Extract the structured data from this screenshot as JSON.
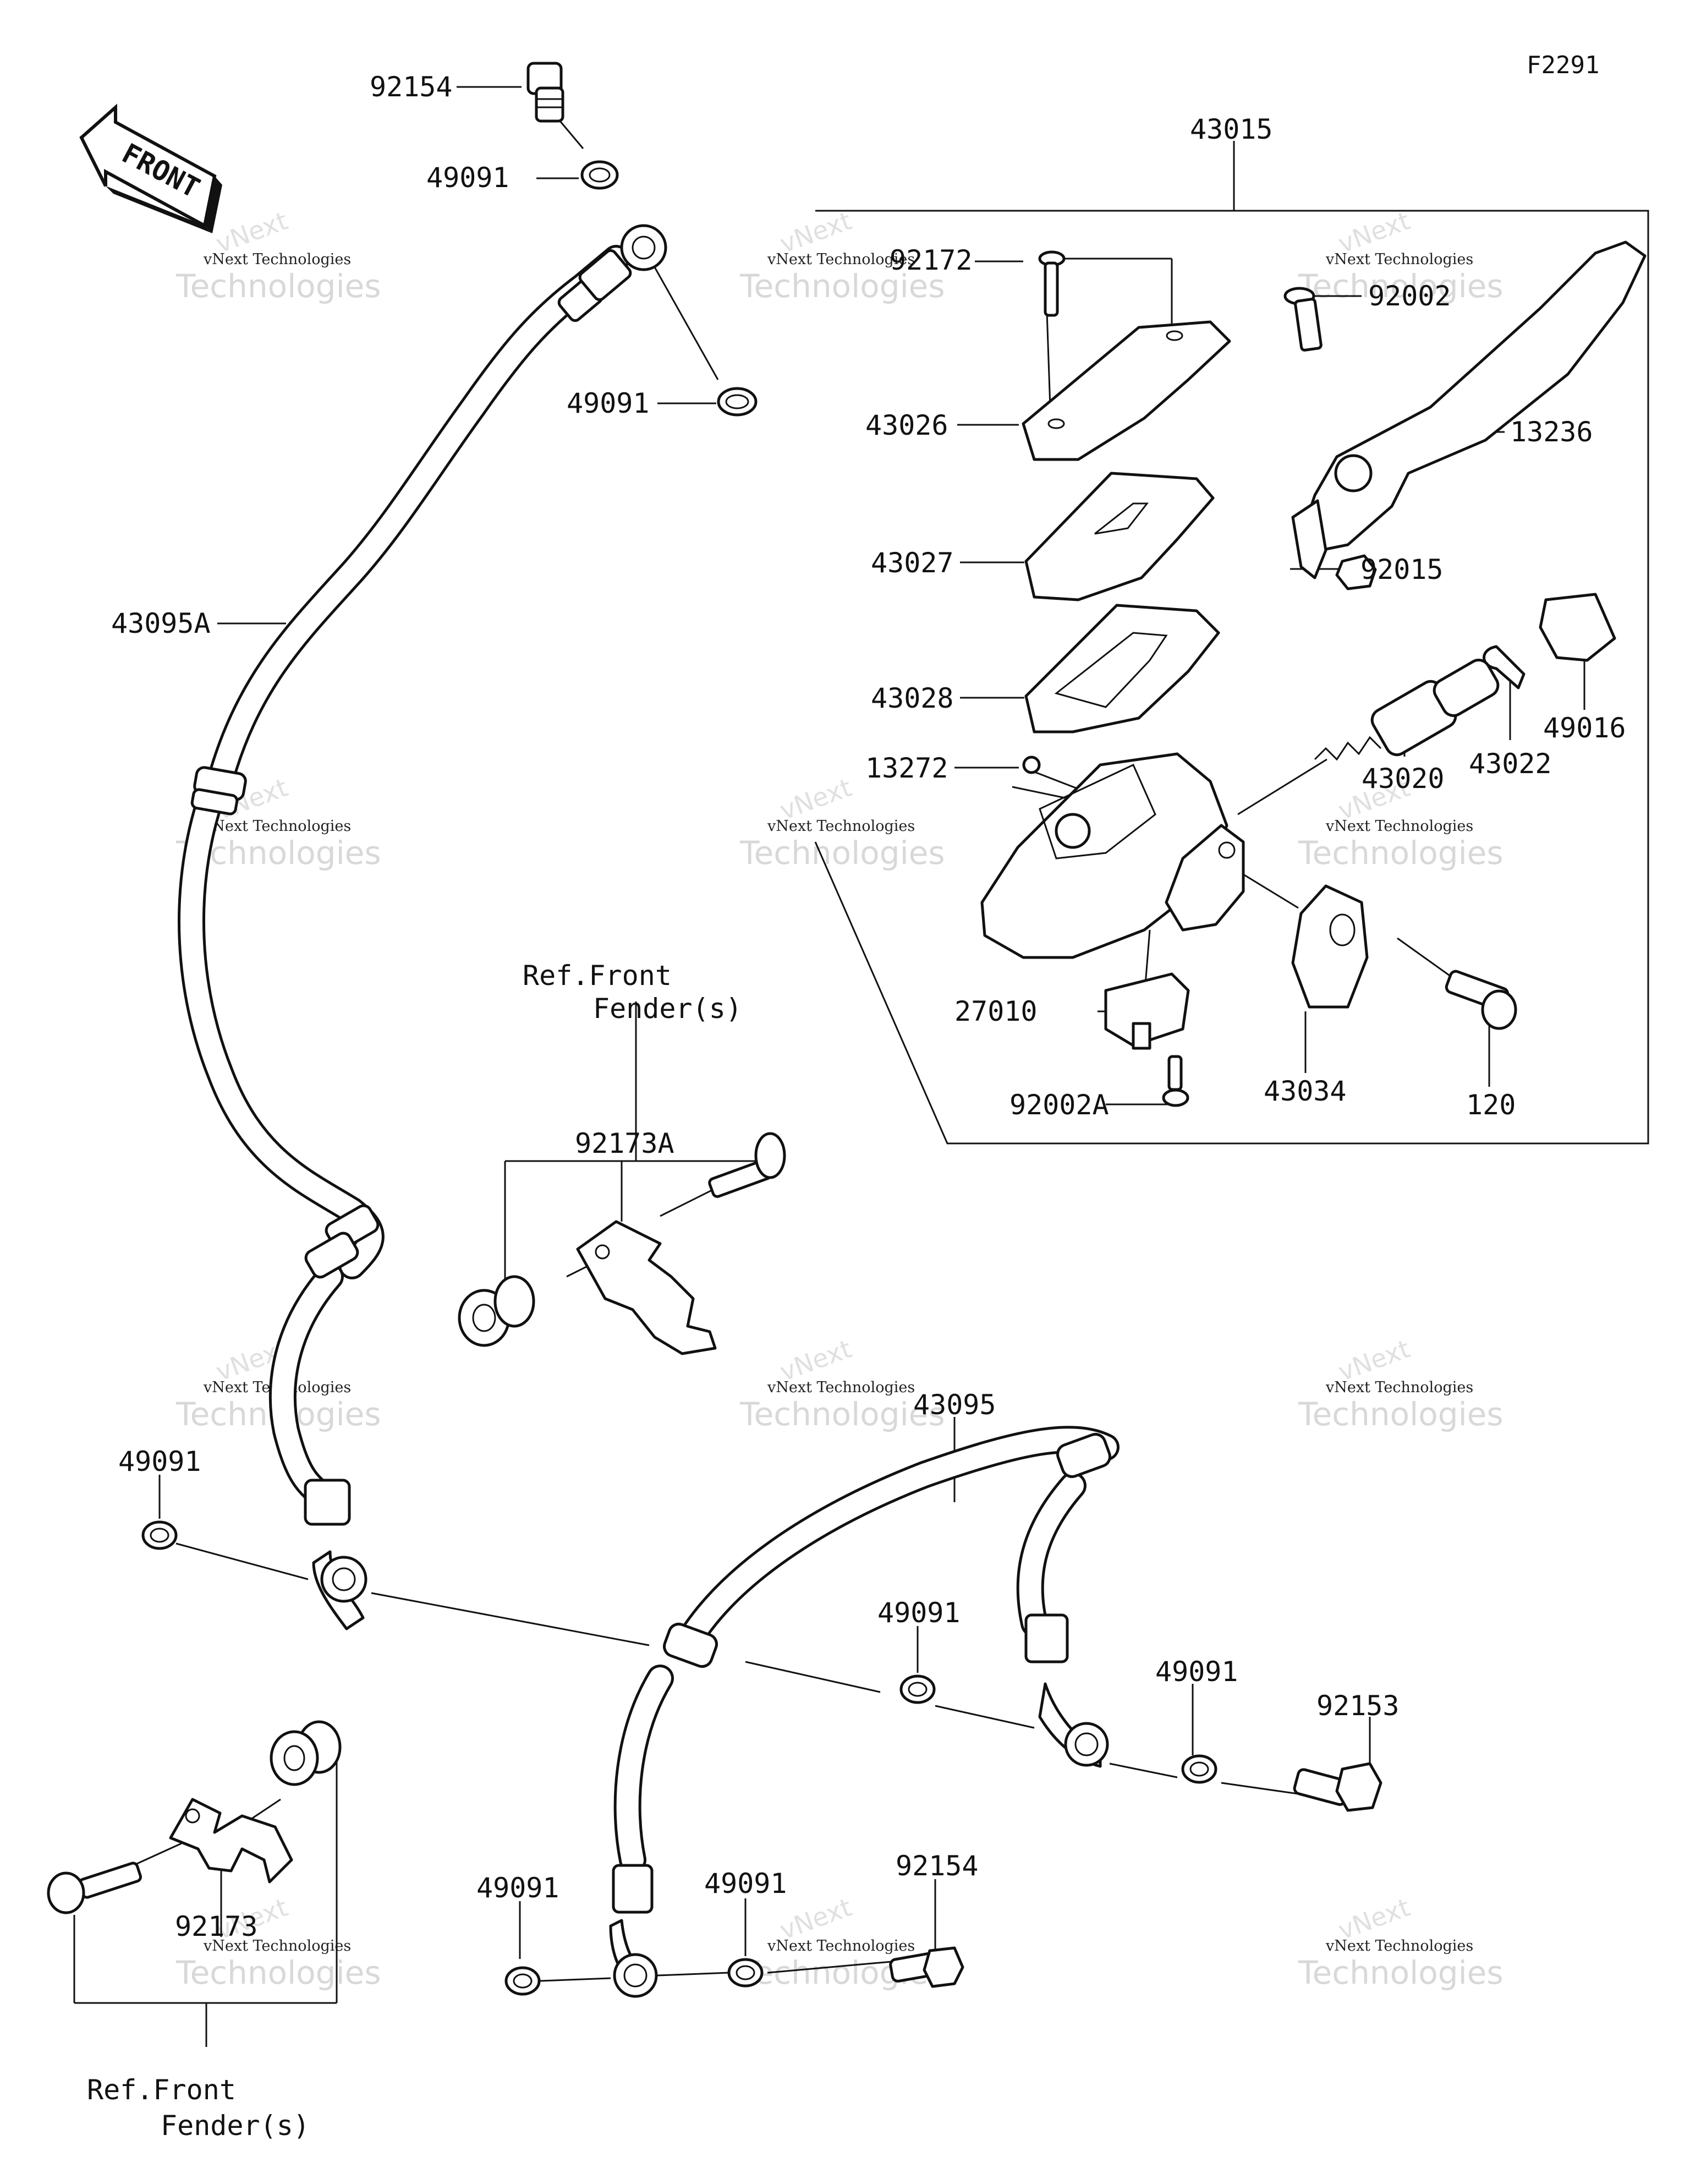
{
  "diagram_code": "F2291",
  "front_arrow_label": "FRONT",
  "watermark": {
    "brand_small": "vNext Technologies",
    "brand_large": "Technologies",
    "brand_top": "vNext"
  },
  "callouts": {
    "c92154_top": "92154",
    "c49091_a": "49091",
    "c49091_b": "49091",
    "c43095A": "43095A",
    "c43015": "43015",
    "c92172": "92172",
    "c43026": "43026",
    "c43027": "43027",
    "c43028": "43028",
    "c13272": "13272",
    "c92002": "92002",
    "c13236": "13236",
    "c92015": "92015",
    "c49016": "49016",
    "c43022": "43022",
    "c43020": "43020",
    "c27010": "27010",
    "c92002A": "92002A",
    "c43034": "43034",
    "c120": "120",
    "c92173A": "92173A",
    "c43095": "43095",
    "c49091_c": "49091",
    "c49091_d": "49091",
    "c49091_e": "49091",
    "c92153": "92153",
    "c49091_f": "49091",
    "c49091_g": "49091",
    "c92154_bottom": "92154",
    "c92173": "92173"
  },
  "references": {
    "ref_upper_line1": "Ref.Front",
    "ref_upper_line2": "Fender(s)",
    "ref_lower_line1": "Ref.Front",
    "ref_lower_line2": "Fender(s)"
  }
}
